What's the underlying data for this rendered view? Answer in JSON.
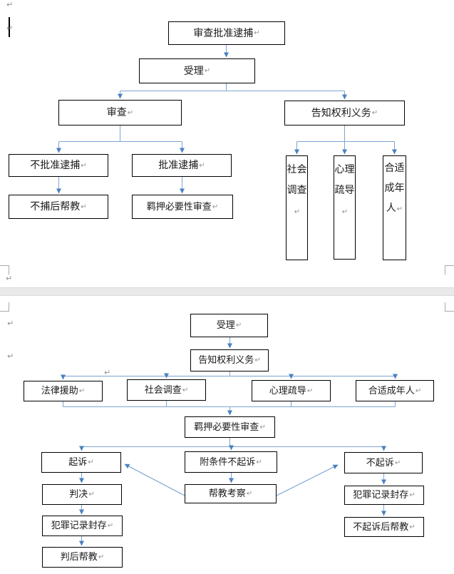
{
  "marks": {
    "return_glyph": "↵"
  },
  "colors": {
    "connector_line": "#7da5d3",
    "arrowhead": "#4a82c0",
    "box_border": "#000000",
    "page_break_band": "#e9e9e9",
    "paragraph_mark": "#8f8f8f"
  },
  "flowchart1": {
    "nodes": {
      "review_approve_arrest": "审查批准逮捕",
      "accept": "受理",
      "review": "审查",
      "inform_rights": "告知权利义务",
      "disapprove_arrest": "不批准逮捕",
      "approve_arrest": "批准逮捕",
      "help_after_no_arrest": "不捕后帮教",
      "detention_necessity_review": "羁押必要性审查",
      "social_investigation": "社会调查",
      "psychological_counseling": "心理疏导",
      "appropriate_adult": "合适成年人"
    },
    "edges": [
      [
        "审查批准逮捕",
        "受理"
      ],
      [
        "受理",
        "审查"
      ],
      [
        "受理",
        "告知权利义务"
      ],
      [
        "审查",
        "不批准逮捕"
      ],
      [
        "审查",
        "批准逮捕"
      ],
      [
        "不批准逮捕",
        "不捕后帮教"
      ],
      [
        "批准逮捕",
        "羁押必要性审查"
      ],
      [
        "告知权利义务",
        "社会调查"
      ],
      [
        "告知权利义务",
        "心理疏导"
      ],
      [
        "告知权利义务",
        "合适成年人"
      ]
    ]
  },
  "flowchart2": {
    "nodes": {
      "accept": "受理",
      "inform_rights": "告知权利义务",
      "legal_aid": "法律援助",
      "social_investigation": "社会调查",
      "psychological_counseling": "心理疏导",
      "appropriate_adult": "合适成年人",
      "detention_necessity_review": "羁押必要性审查",
      "prosecute": "起诉",
      "conditional_non_prosecution": "附条件不起诉",
      "non_prosecution": "不起诉",
      "judgment": "判决",
      "probation_inspection": "帮教考察",
      "record_sealing_left": "犯罪记录封存",
      "record_sealing_right": "犯罪记录封存",
      "help_after_non_prosecution": "不起诉后帮教",
      "help_after_judgment": "判后帮教"
    },
    "edges": [
      [
        "受理",
        "告知权利义务"
      ],
      [
        "告知权利义务",
        "法律援助"
      ],
      [
        "告知权利义务",
        "社会调查"
      ],
      [
        "告知权利义务",
        "心理疏导"
      ],
      [
        "告知权利义务",
        "合适成年人"
      ],
      [
        "法律援助",
        "羁押必要性审查"
      ],
      [
        "社会调查",
        "羁押必要性审查"
      ],
      [
        "心理疏导",
        "羁押必要性审查"
      ],
      [
        "合适成年人",
        "羁押必要性审查"
      ],
      [
        "羁押必要性审查",
        "起诉"
      ],
      [
        "羁押必要性审查",
        "附条件不起诉"
      ],
      [
        "羁押必要性审查",
        "不起诉"
      ],
      [
        "起诉",
        "判决"
      ],
      [
        "判决",
        "犯罪记录封存"
      ],
      [
        "犯罪记录封存",
        "判后帮教"
      ],
      [
        "附条件不起诉",
        "帮教考察"
      ],
      [
        "帮教考察",
        "起诉"
      ],
      [
        "帮教考察",
        "不起诉"
      ],
      [
        "不起诉",
        "犯罪记录封存"
      ],
      [
        "犯罪记录封存",
        "不起诉后帮教"
      ]
    ]
  }
}
